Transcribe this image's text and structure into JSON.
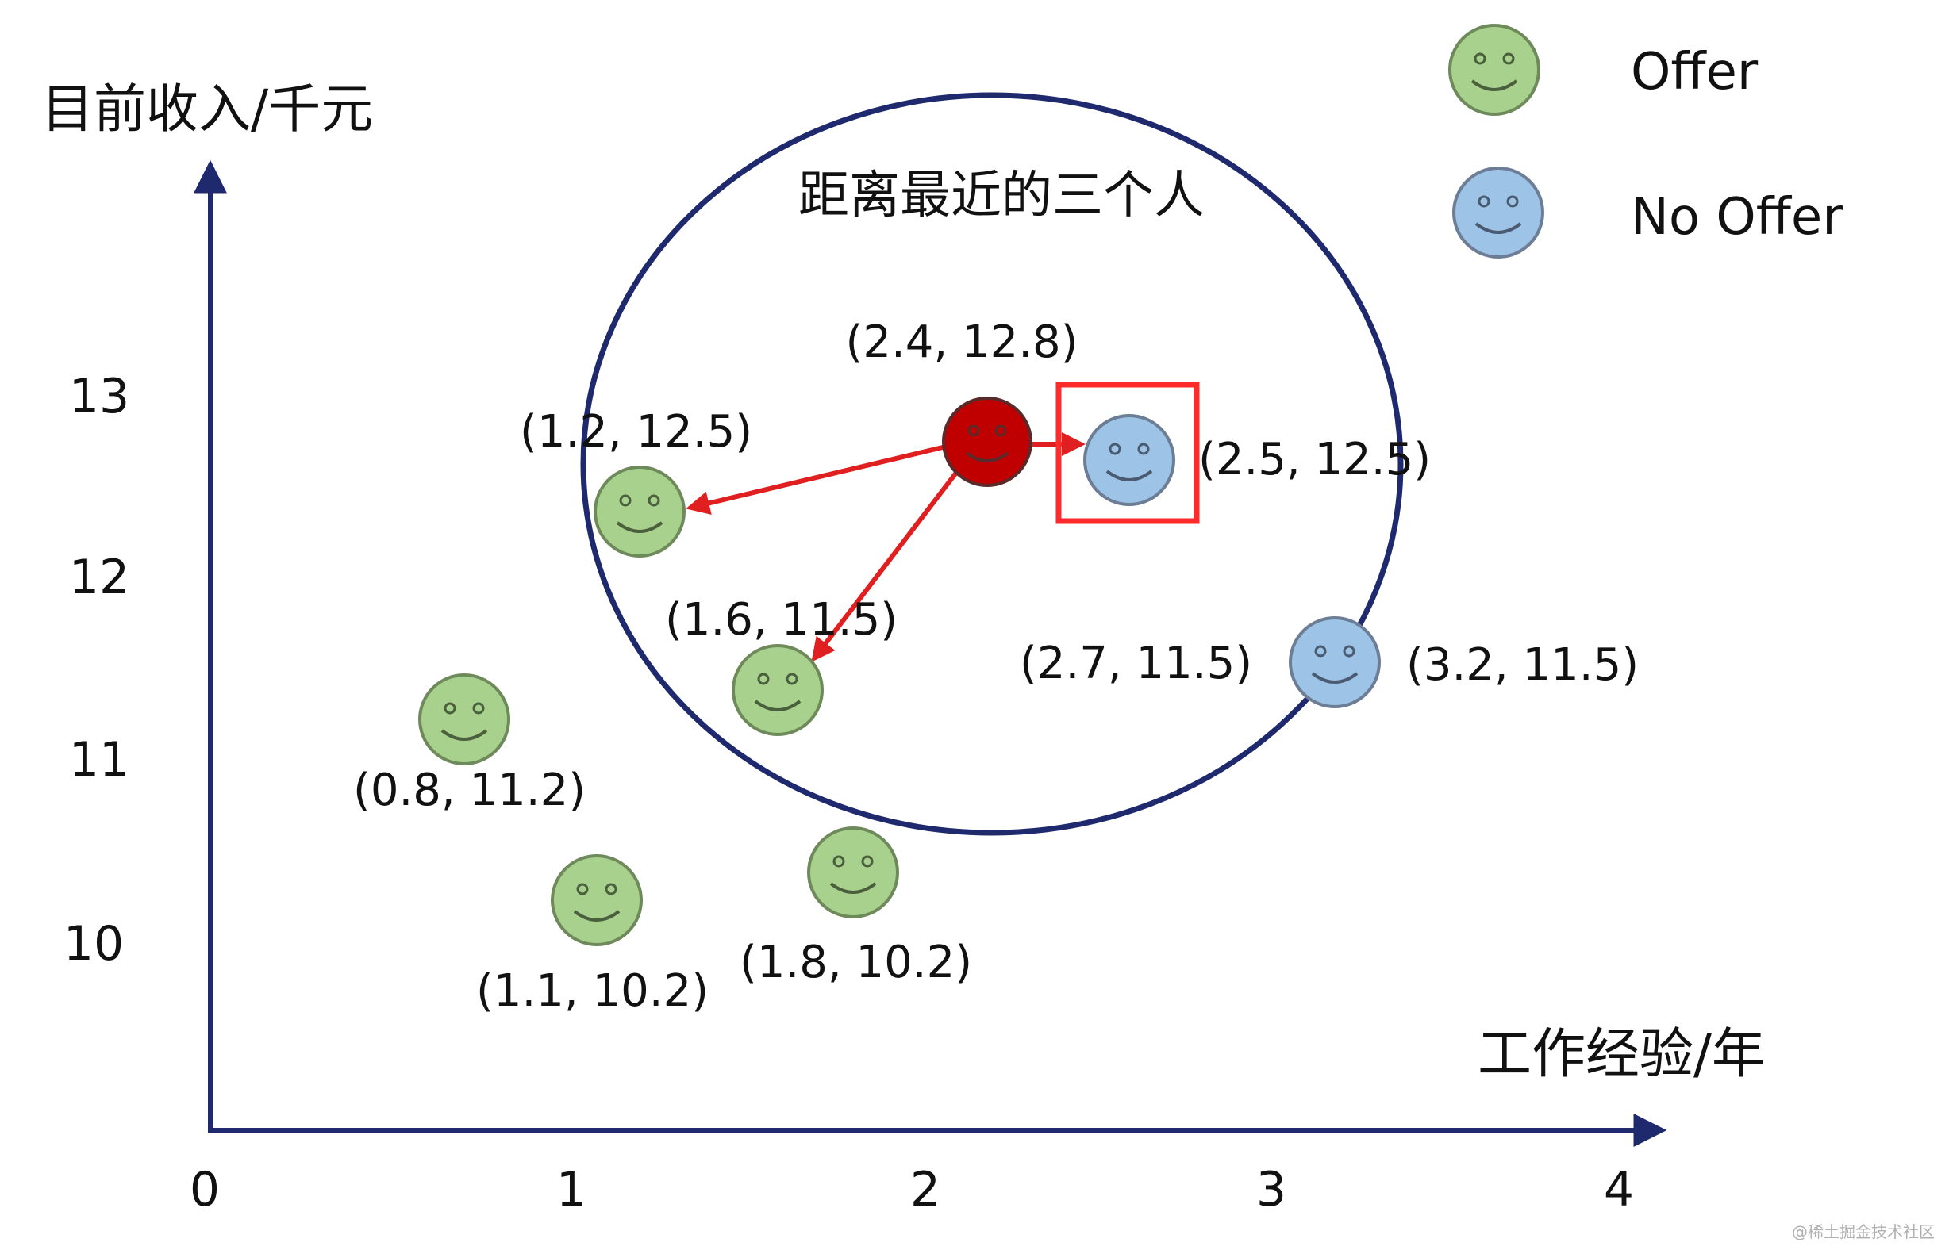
{
  "axes": {
    "x_title": "工作经验/年",
    "y_title": "目前收入/千元",
    "x_ticks": [
      "0",
      "1",
      "2",
      "3",
      "4"
    ],
    "y_ticks": [
      "13",
      "12",
      "11",
      "10"
    ],
    "color": "#1f2a6e"
  },
  "legend": {
    "offer_label": "Offer",
    "no_offer_label": "No Offer"
  },
  "circle_label": "距离最近的三个人",
  "colors": {
    "offer": "#a9d18e",
    "no_offer": "#9dc3e6",
    "query": "#c00000",
    "arrow": "#e02020",
    "highlight_box": "#ff2a2a",
    "circle": "#1f2a6e"
  },
  "points": [
    {
      "label": "(2.4,  12.8)",
      "class": "query"
    },
    {
      "label": "(2.5,  12.5)",
      "class": "no_offer"
    },
    {
      "label": "(1.2,  12.5)",
      "class": "offer"
    },
    {
      "label": "(1.6,  11.5)",
      "class": "offer"
    },
    {
      "label": "(2.7,  11.5)",
      "class": "none"
    },
    {
      "label": "(3.2,  11.5)",
      "class": "no_offer"
    },
    {
      "label": "(0.8,  11.2)",
      "class": "offer"
    },
    {
      "label": "(1.1,  10.2)",
      "class": "offer"
    },
    {
      "label": "(1.8,  10.2)",
      "class": "offer"
    }
  ],
  "watermark": "@稀土掘金技术社区"
}
